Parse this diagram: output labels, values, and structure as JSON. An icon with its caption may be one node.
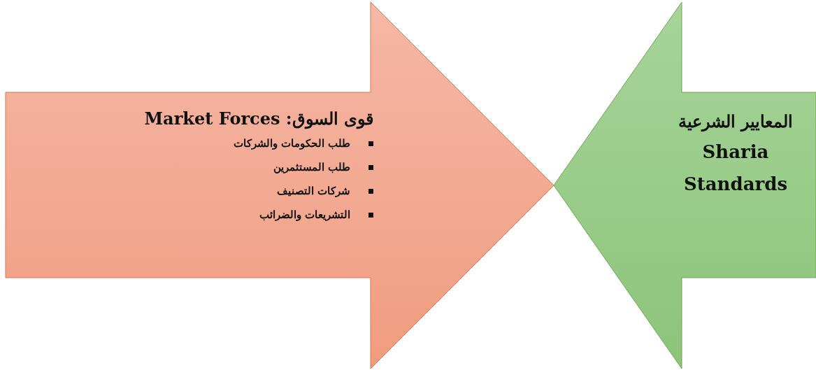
{
  "diagram": {
    "nodes": [
      {
        "text": [
          "قوى السوق: Market Forces",
          "طلب الحكومات والشركات",
          "طلب المستثمرين",
          "شركات التصنيف",
          "التشريعات والضرائب"
        ]
      },
      {
        "text": [
          "المعايير الشرعية",
          "Sharia Standards"
        ]
      }
    ]
  }
}
